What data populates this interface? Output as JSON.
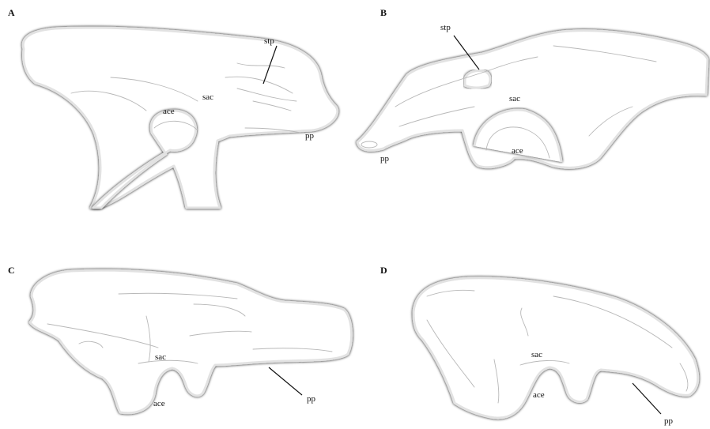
{
  "panels": {
    "a": {
      "letter": "A",
      "labels": {
        "stp": "stp",
        "sac": "sac",
        "ace": "ace",
        "pp": "pp"
      }
    },
    "b": {
      "letter": "B",
      "labels": {
        "stp": "stp",
        "sac": "sac",
        "ace": "ace",
        "pp": "pp"
      }
    },
    "c": {
      "letter": "C",
      "labels": {
        "sac": "sac",
        "ace": "ace",
        "pp": "pp"
      }
    },
    "d": {
      "letter": "D",
      "labels": {
        "sac": "sac",
        "ace": "ace",
        "pp": "pp"
      }
    }
  },
  "colors": {
    "outline": "#e2e2e2",
    "inner_lines": "#b8b8b8",
    "text": "#111111"
  }
}
